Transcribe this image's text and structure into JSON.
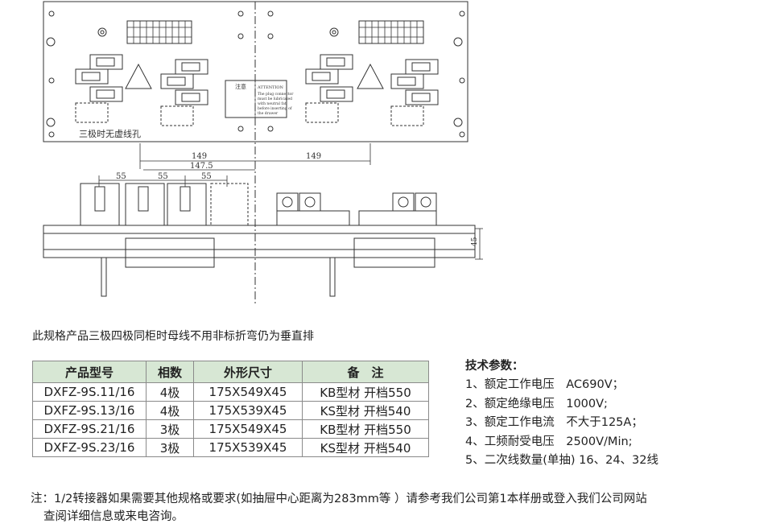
{
  "drawing": {
    "plate_caption": "三极时无虚线孔",
    "dim_top_left": "149",
    "dim_top_right": "149",
    "dim_mid": "147.5",
    "dim_55_1": "55",
    "dim_55_2": "55",
    "dim_55_3": "55",
    "dim_height": "45",
    "notice_cn_title": "注意",
    "notice_en_title": "ATTENTION",
    "notice_en_lines": [
      "The plug connector",
      "must be lubricated",
      "with neutral fat",
      "before inserting of",
      "the drawer"
    ]
  },
  "note": "此规格产品三极四极同柜时母线不用非标折弯仍为垂直排",
  "table": {
    "headers": [
      "产品型号",
      "相数",
      "外形尺寸",
      "备　注"
    ],
    "rows": [
      [
        "DXFZ-9S.11/16",
        "4极",
        "175X549X45",
        "KB型材 开档550"
      ],
      [
        "DXFZ-9S.13/16",
        "4极",
        "175X539X45",
        "KS型材 开档540"
      ],
      [
        "DXFZ-9S.21/16",
        "3极",
        "175X549X45",
        "KB型材 开档550"
      ],
      [
        "DXFZ-9S.23/16",
        "3极",
        "175X539X45",
        "KS型材 开档540"
      ]
    ]
  },
  "tech": {
    "title": "技术参数：",
    "items": [
      "1、额定工作电压　AC690V；",
      "2、额定绝缘电压　1000V;",
      "3、额定工作电流　不大于125A；",
      "4、工频耐受电压　2500V/Min;",
      "5、二次线数量(单抽) 16、24、32线"
    ]
  },
  "footer": {
    "line1": "注：1/2转接器如果需要其他规格或要求(如抽屉中心距离为283mm等 ）请参考我们公司第1本样册或登入我们公司网站",
    "line2": "查阅详细信息或来电咨询。"
  }
}
